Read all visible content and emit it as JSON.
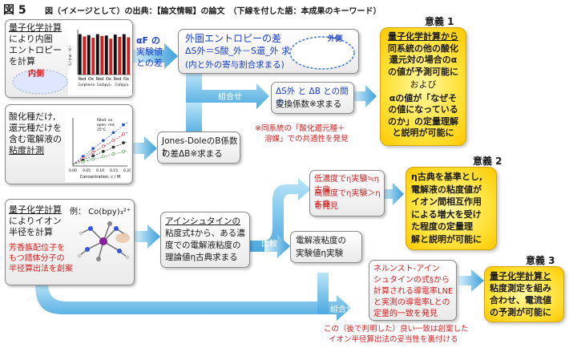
{
  "header": {
    "fig_label": "図 5",
    "caption": "図（イメージとして）の出典：【論文情報】の論文　（下線を付した語：本成果のキーワード）"
  },
  "box1": {
    "lines": [
      "量子化学計算",
      "により内圏",
      "エントロピー",
      "を計算"
    ],
    "bubble_label": "内側"
  },
  "mini_bar_chart": {
    "ylabel": "S /  mol⁻¹ K⁻¹",
    "categories": [
      "Red",
      "Ox",
      "Red",
      "Ox",
      "Red",
      "Ox"
    ],
    "groups": [
      "Co(phen)₃",
      "Co(bpy)₃",
      "Co(tpy)₂"
    ],
    "colors": [
      "#111111",
      "#d42020"
    ],
    "values": [
      0.9,
      0.85,
      0.88,
      0.82,
      0.9,
      0.86,
      0.87,
      0.8,
      0.89,
      0.84,
      0.9,
      0.83
    ]
  },
  "alpha_text": {
    "line1": "αF の",
    "line2": "実験値",
    "line3": "との差"
  },
  "box_outer_entropy": {
    "line1": "外圏エントロピーの差",
    "line2": "ΔS外＝S酸_外－S還_外 求まる",
    "line3": "(内と外の寄与割合求まる)",
    "bubble_label": "外側"
  },
  "combine_label_1": "組合せ",
  "box_coeff": {
    "line1": "ΔS外 と ΔB との間の",
    "line2": "変換係数※求まる"
  },
  "note_1": {
    "line1": "※同系統の「酸化還元種＋",
    "line2": "溶媒」での共通性を発見"
  },
  "box2": {
    "lines": [
      "酸化種だけ,",
      "還元種だけを",
      "含む電解液の",
      "粘度計測"
    ]
  },
  "mini_line_chart": {
    "xlabel": "Concentration, c / M",
    "legend": [
      "filled: ox",
      "open: red",
      "25°C"
    ],
    "xticks": [
      "0.00",
      "0.05",
      "0.10",
      "0.15",
      "0.20"
    ]
  },
  "box_jones_dole": {
    "line1": "Jones-DoleのB係数†",
    "line2": "の差ΔB※求まる"
  },
  "box3": {
    "lines": [
      "量子化学計算",
      "によりイオン",
      "半径を計算"
    ],
    "example": "例： Co(bpy)₃²⁺",
    "red_lines": [
      "芳香族配位子を",
      "もつ錯体分子の",
      "半径算出法を創案"
    ]
  },
  "box_einstein": {
    "lines": [
      "アインシュタインの",
      "粘度式‡から、ある濃",
      "度での電解液粘度の",
      "理論値η古典求まる"
    ]
  },
  "compare_label": "比較",
  "box_viscosity": {
    "line1": "電解液粘度の",
    "line2": "実験値η実験"
  },
  "box_find": {
    "line1": "低濃度でη実験≒η古典",
    "line2": "高濃度でη実験＞η古典",
    "line3": "を発見"
  },
  "box_nernst": {
    "lines": [
      "ネルンスト-アイン",
      "シュタインの式§から",
      "計算される導電率LNE",
      "と実測の導電率Lとの",
      "定量的一致を発見"
    ]
  },
  "combine_label_2": "組合せ",
  "note_2": {
    "line1": "この（後で判明した）良い一致は創案した",
    "line2": "イオン半径算出法の妥当性を裏付ける"
  },
  "significance_1": {
    "heading": "意義 1",
    "lines": [
      "量子化学計算から",
      "同系統の他の酸化",
      "還元対の場合のα",
      "の値が予測可能に"
    ],
    "and": "および",
    "lines2": [
      "αの値が「なぜそ",
      "の値になっている",
      "のか」の定量理解",
      "と説明が可能に"
    ]
  },
  "significance_2": {
    "heading": "意義 2",
    "lines": [
      "η古典を基準とし,",
      "電解液の粘度値が",
      "イオン間相互作用",
      "による増大を受け",
      "た程度の定量理",
      "解と説明が可能に"
    ]
  },
  "significance_3": {
    "heading": "意義 3",
    "lines": [
      "量子化学計算と",
      "粘度測定を組み",
      "合わせ、電流値",
      "の予測が可能に"
    ]
  }
}
